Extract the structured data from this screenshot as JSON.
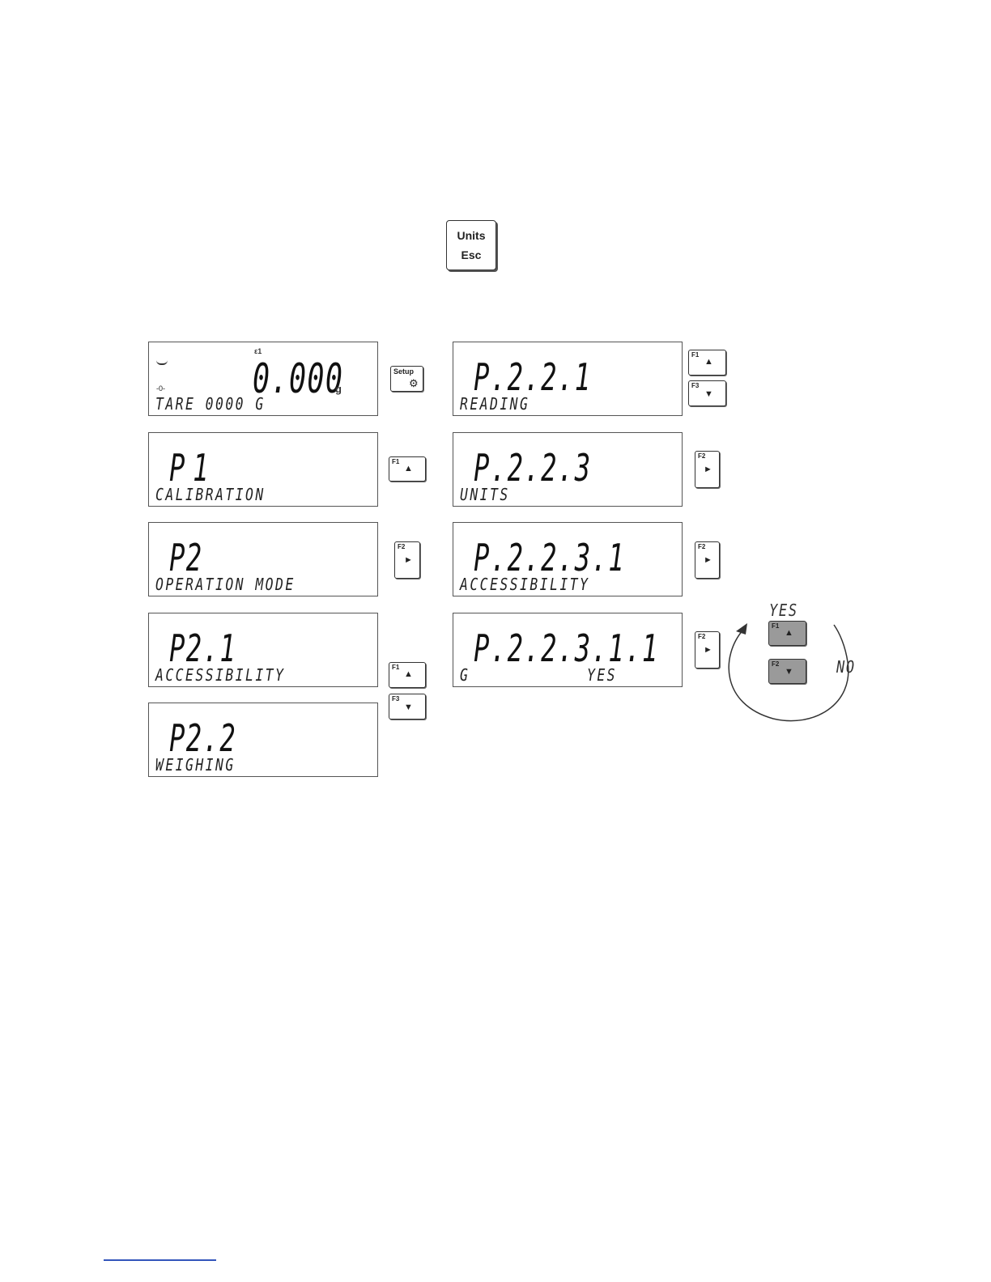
{
  "units_key": {
    "line1": "Units",
    "line2": "Esc"
  },
  "screens": {
    "home": {
      "value": "0.000",
      "unit": "g",
      "text": "TARE 0000 G",
      "top_indicator": "ε1"
    },
    "p1": {
      "code": "P1",
      "text": "CALIBRATION"
    },
    "p2": {
      "code": "P2",
      "text": "OPERATION MODE"
    },
    "p21": {
      "code": "P2.1",
      "text": "ACCESSIBILITY"
    },
    "p22": {
      "code": "P2.2",
      "text": "WEIGHING"
    },
    "p221": {
      "code": "P.2.2.1",
      "text": "READING"
    },
    "p223": {
      "code": "P.2.2.3",
      "text": "UNITS"
    },
    "p2231": {
      "code": "P.2.2.3.1",
      "text": "ACCESSIBILITY"
    },
    "p22311": {
      "code": "P.2.2.3.1.1",
      "text": "G",
      "value": "YES"
    }
  },
  "keys": {
    "setup": "Setup",
    "f1": "F1",
    "f2": "F2",
    "f3": "F3",
    "up": "▲",
    "down": "▼",
    "right": "►"
  },
  "toggle": {
    "yes": "YES",
    "no": "NO"
  }
}
